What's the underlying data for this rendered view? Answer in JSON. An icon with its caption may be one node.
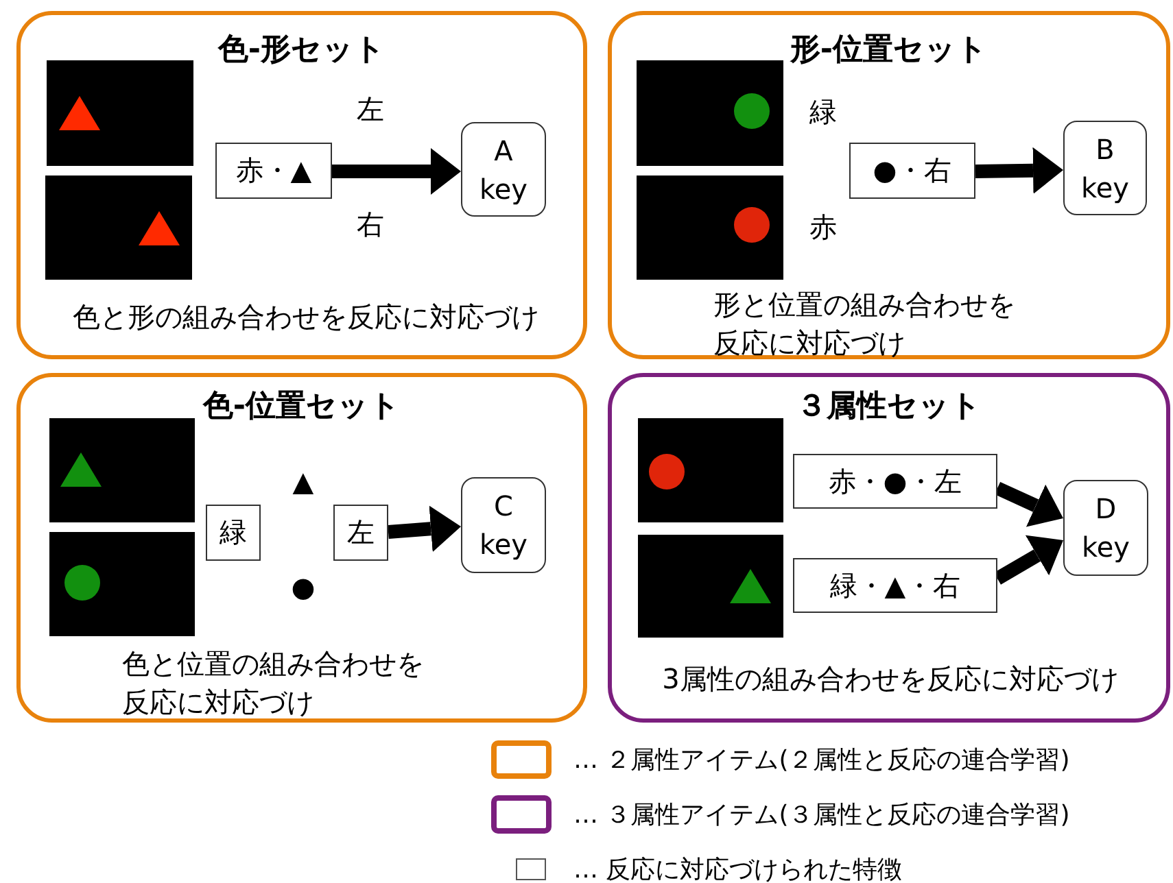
{
  "diagram": {
    "nodes": [
      {
        "text": [
          "色-形セット",
          "色と形の組み合わせを反応に対応づけ"
        ]
      },
      {
        "text": [
          "赤・▲"
        ],
        "in": 0
      },
      {
        "text": [
          "A key"
        ],
        "in": 0
      },
      {
        "text": [
          "形-位置セット",
          "形と位置の組み合わせを反応に対応づけ"
        ]
      },
      {
        "text": [
          "●・右"
        ],
        "in": 3
      },
      {
        "text": [
          "B key"
        ],
        "in": 3
      },
      {
        "text": [
          "色-位置セット",
          "色と位置の組み合わせを反応に対応づけ"
        ]
      },
      {
        "text": [
          "緑"
        ],
        "in": 6
      },
      {
        "text": [
          "左"
        ],
        "in": 6
      },
      {
        "text": [
          "C key"
        ],
        "in": 6
      },
      {
        "text": [
          "３属性セット",
          "3属性の組み合わせを反応に対応づけ"
        ]
      },
      {
        "text": [
          "赤・●・左"
        ],
        "in": 10
      },
      {
        "text": [
          "緑・▲・右"
        ],
        "in": 10
      },
      {
        "text": [
          "D key"
        ],
        "in": 10
      }
    ],
    "edges": [
      {
        "from": 1,
        "to": 2,
        "arrow": "to"
      },
      {
        "from": 4,
        "to": 5,
        "arrow": "to"
      },
      {
        "from": 8,
        "to": 9,
        "arrow": "to"
      },
      {
        "from": 11,
        "to": 13,
        "arrow": "to"
      },
      {
        "from": 12,
        "to": 13,
        "arrow": "to"
      }
    ],
    "labels": [
      "左",
      "右",
      "緑",
      "赤",
      "▲",
      "●"
    ],
    "legend": [
      {
        "text": "… ２属性アイテム(２属性と反応の連合学習)",
        "color": "#e8820c"
      },
      {
        "text": "… ３属性アイテム(３属性と反応の連合学習)",
        "color": "#7b1f7e"
      },
      {
        "text": "… 反応に対応づけられた特徴"
      }
    ]
  }
}
